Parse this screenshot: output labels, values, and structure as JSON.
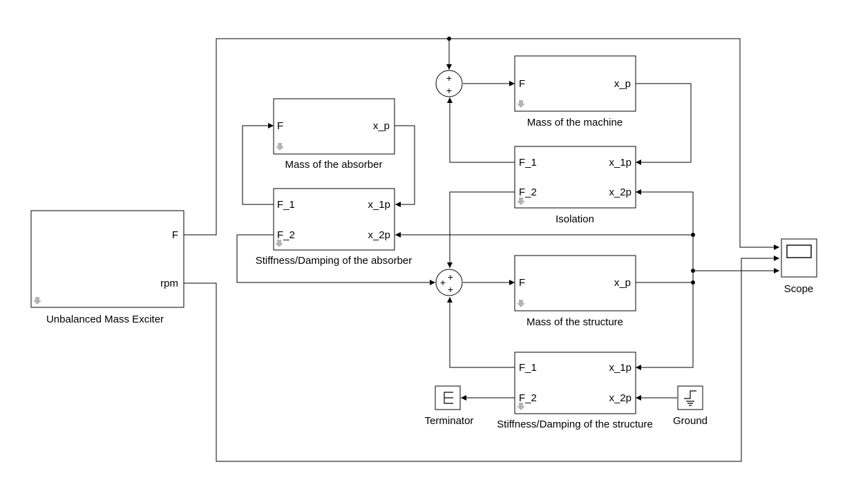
{
  "blocks": {
    "exciter": {
      "name": "Unbalanced Mass Exciter",
      "ports": {
        "f": "F",
        "rpm": "rpm"
      }
    },
    "abs_mass": {
      "name": "Mass of the absorber",
      "ports": {
        "in": "F",
        "out": "x_p"
      }
    },
    "abs_spring": {
      "name": "Stiffness/Damping of the absorber",
      "ports": {
        "f1": "F_1",
        "f2": "F_2",
        "x1": "x_1p",
        "x2": "x_2p"
      }
    },
    "mach_mass": {
      "name": "Mass of the machine",
      "ports": {
        "in": "F",
        "out": "x_p"
      }
    },
    "isolation": {
      "name": "Isolation",
      "ports": {
        "f1": "F_1",
        "f2": "F_2",
        "x1": "x_1p",
        "x2": "x_2p"
      }
    },
    "struct_mass": {
      "name": "Mass of the structure",
      "ports": {
        "in": "F",
        "out": "x_p"
      }
    },
    "struct_spring": {
      "name": "Stiffness/Damping of the structure",
      "ports": {
        "f1": "F_1",
        "f2": "F_2",
        "x1": "x_1p",
        "x2": "x_2p"
      }
    },
    "scope": {
      "name": "Scope"
    },
    "terminator": {
      "name": "Terminator"
    },
    "ground": {
      "name": "Ground"
    }
  },
  "sum_signs": {
    "top": "+",
    "bottom": "+",
    "left": "+"
  }
}
